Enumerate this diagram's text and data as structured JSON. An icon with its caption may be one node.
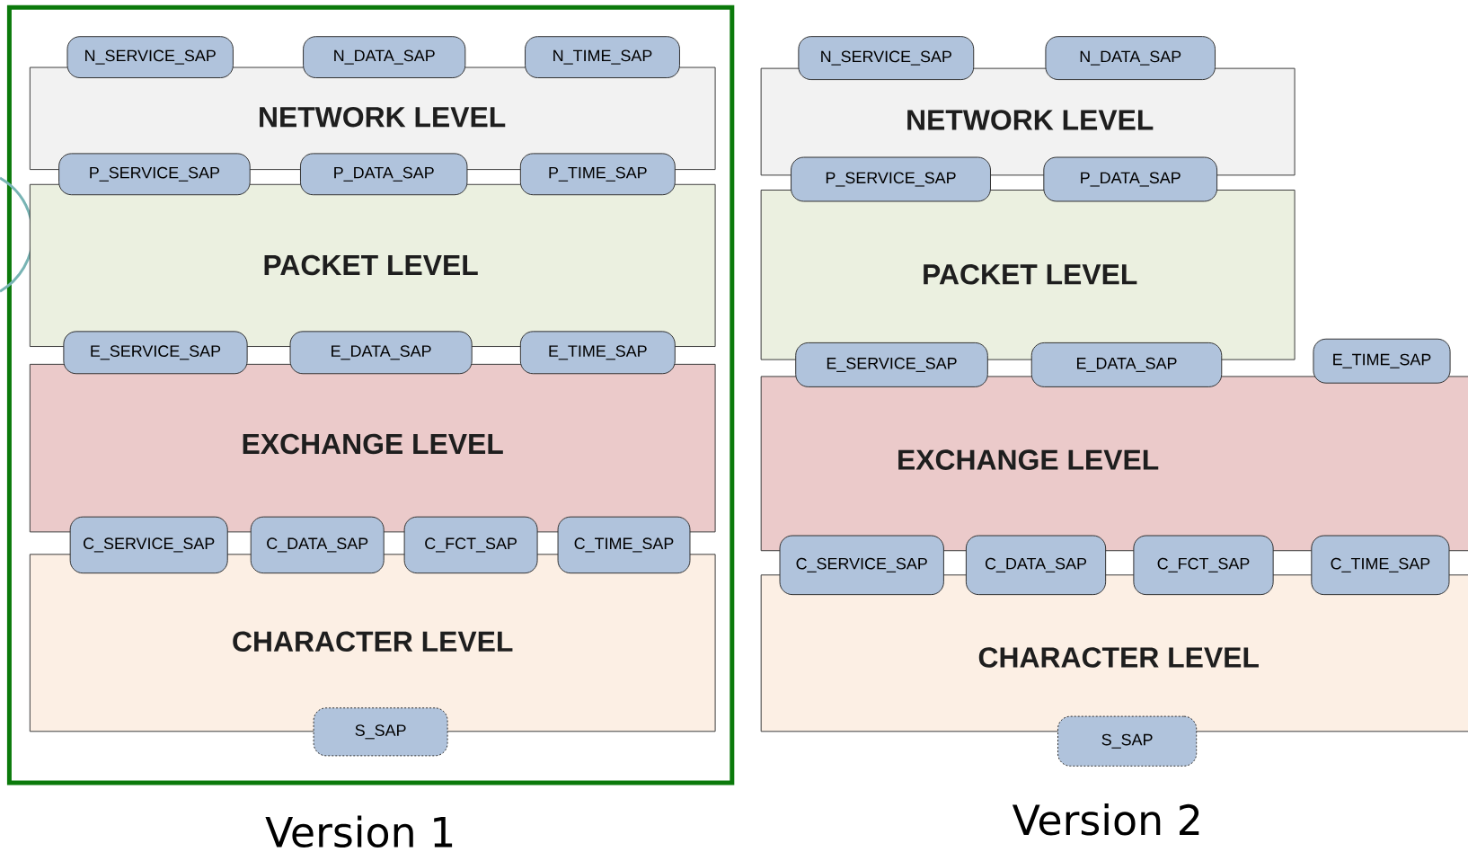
{
  "diagram": {
    "nodes": [
      {
        "text": [
          "N_SERVICE_SAP"
        ]
      },
      {
        "text": [
          "N_DATA_SAP"
        ]
      },
      {
        "text": [
          "N_TIME_SAP"
        ]
      },
      {
        "text": [
          "NETWORK LEVEL"
        ]
      },
      {
        "text": [
          "P_SERVICE_SAP"
        ]
      },
      {
        "text": [
          "P_DATA_SAP"
        ]
      },
      {
        "text": [
          "P_TIME_SAP"
        ]
      },
      {
        "text": [
          "PACKET LEVEL"
        ]
      },
      {
        "text": [
          "E_SERVICE_SAP"
        ]
      },
      {
        "text": [
          "E_DATA_SAP"
        ]
      },
      {
        "text": [
          "E_TIME_SAP"
        ]
      },
      {
        "text": [
          "EXCHANGE LEVEL"
        ]
      },
      {
        "text": [
          "C_SERVICE_SAP"
        ]
      },
      {
        "text": [
          "C_DATA_SAP"
        ]
      },
      {
        "text": [
          "C_FCT_SAP"
        ]
      },
      {
        "text": [
          "C_TIME_SAP"
        ]
      },
      {
        "text": [
          "CHARACTER LEVEL"
        ]
      },
      {
        "text": [
          "S_SAP"
        ]
      },
      {
        "text": [
          "N_SERVICE_SAP"
        ]
      },
      {
        "text": [
          "N_DATA_SAP"
        ]
      },
      {
        "text": [
          "NETWORK LEVEL"
        ]
      },
      {
        "text": [
          "P_SERVICE_SAP"
        ]
      },
      {
        "text": [
          "P_DATA_SAP"
        ]
      },
      {
        "text": [
          "PACKET LEVEL"
        ]
      },
      {
        "text": [
          "E_SERVICE_SAP"
        ]
      },
      {
        "text": [
          "E_DATA_SAP"
        ]
      },
      {
        "text": [
          "E_TIME_SAP"
        ]
      },
      {
        "text": [
          "EXCHANGE LEVEL"
        ]
      },
      {
        "text": [
          "C_SERVICE_SAP"
        ]
      },
      {
        "text": [
          "C_DATA_SAP"
        ]
      },
      {
        "text": [
          "C_FCT_SAP"
        ]
      },
      {
        "text": [
          "C_TIME_SAP"
        ]
      },
      {
        "text": [
          "CHARACTER LEVEL"
        ]
      },
      {
        "text": [
          "S_SAP"
        ]
      }
    ],
    "labels": [
      "Version 1",
      "Version 2"
    ]
  }
}
